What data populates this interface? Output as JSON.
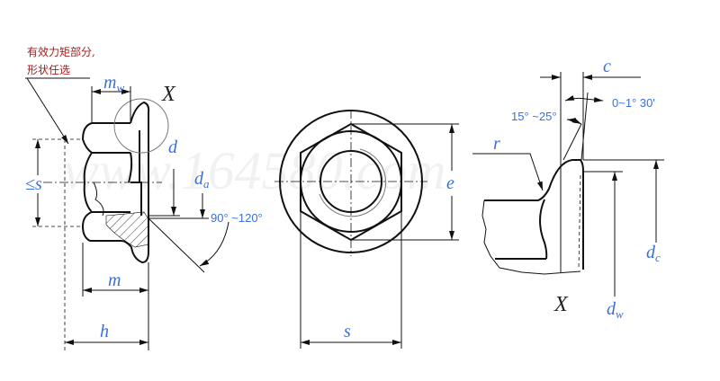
{
  "note": {
    "line1": "有效力矩部分,",
    "line2": "形状任选"
  },
  "watermark": "www.164580.com",
  "labels": {
    "mw": "m",
    "mw_sub": "w",
    "X_top": "X",
    "X_bottom": "X",
    "d": "d",
    "da": "d",
    "da_sub": "a",
    "s_left": "≤s",
    "m": "m",
    "h": "h",
    "e": "e",
    "s": "s",
    "c": "c",
    "r": "r",
    "dc": "d",
    "dc_sub": "c",
    "dw": "d",
    "dw_sub": "w"
  },
  "angles": {
    "chamfer": "90° ~120°",
    "flange": "15° ~25°",
    "face": "0~1° 30'"
  },
  "colors": {
    "dimension_text": "#3a6fe0",
    "note_text": "#a02020"
  }
}
